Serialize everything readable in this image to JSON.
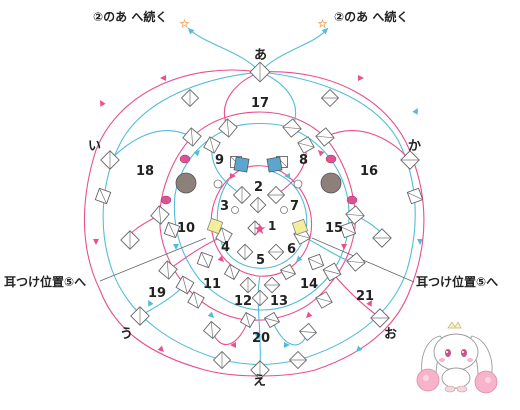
{
  "colors": {
    "pink": "#ea4f8e",
    "blue": "#53bcd9",
    "bead_stroke": "#666666",
    "blue_bead": "#5aa6cf",
    "yellow_bead": "#f4ee9a",
    "brown_bead": "#8d7f7a",
    "magenta_bead": "#d9539a",
    "star_pink": "#ec4f90",
    "star_outline": "#f4a96a"
  },
  "top_notes": [
    {
      "text": "②のあ へ続く",
      "star_icon": "star-outline-icon"
    },
    {
      "text": "②のあ へ続く",
      "star_icon": "star-outline-icon"
    }
  ],
  "side_notes": {
    "left": "耳つけ位置⑤へ",
    "right": "耳つけ位置⑤へ"
  },
  "corner_labels": {
    "a": "あ",
    "i": "い",
    "u": "う",
    "e": "え",
    "o": "お",
    "ka": "か"
  },
  "regions": [
    "1",
    "2",
    "3",
    "4",
    "5",
    "6",
    "7",
    "8",
    "9",
    "10",
    "11",
    "12",
    "13",
    "14",
    "15",
    "16",
    "17",
    "18",
    "19",
    "20",
    "21"
  ],
  "center_star": "star-icon",
  "mascot": "bunny-mascot-icon"
}
